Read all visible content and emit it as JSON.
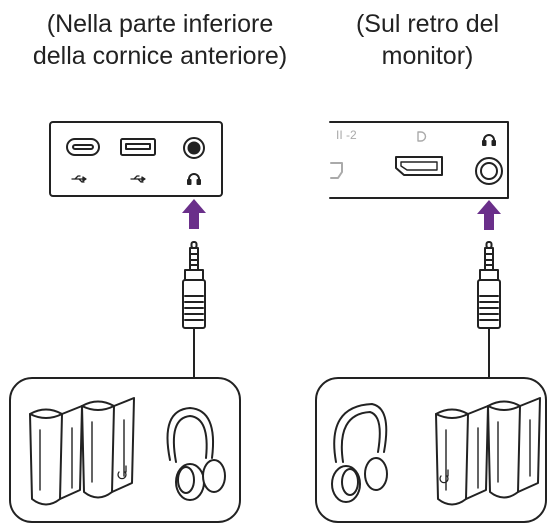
{
  "captions": {
    "left": [
      "(Nella parte inferiore",
      "della cornice anteriore)"
    ],
    "right": [
      "(Sul retro del",
      "monitor)"
    ]
  },
  "ports": {
    "right_top_labels": [
      "II -2"
    ]
  },
  "colors": {
    "arrow": "#6a2f8a",
    "line": "#222222",
    "fill": "#ffffff"
  },
  "icons": [
    "usb-c-port-icon",
    "usb-a-port-icon",
    "audio-jack-icon",
    "usb-icon",
    "headphone-icon",
    "displayport-icon",
    "hdmi-port-icon",
    "speakers-icon",
    "headphones-icon",
    "audio-plug-icon"
  ]
}
